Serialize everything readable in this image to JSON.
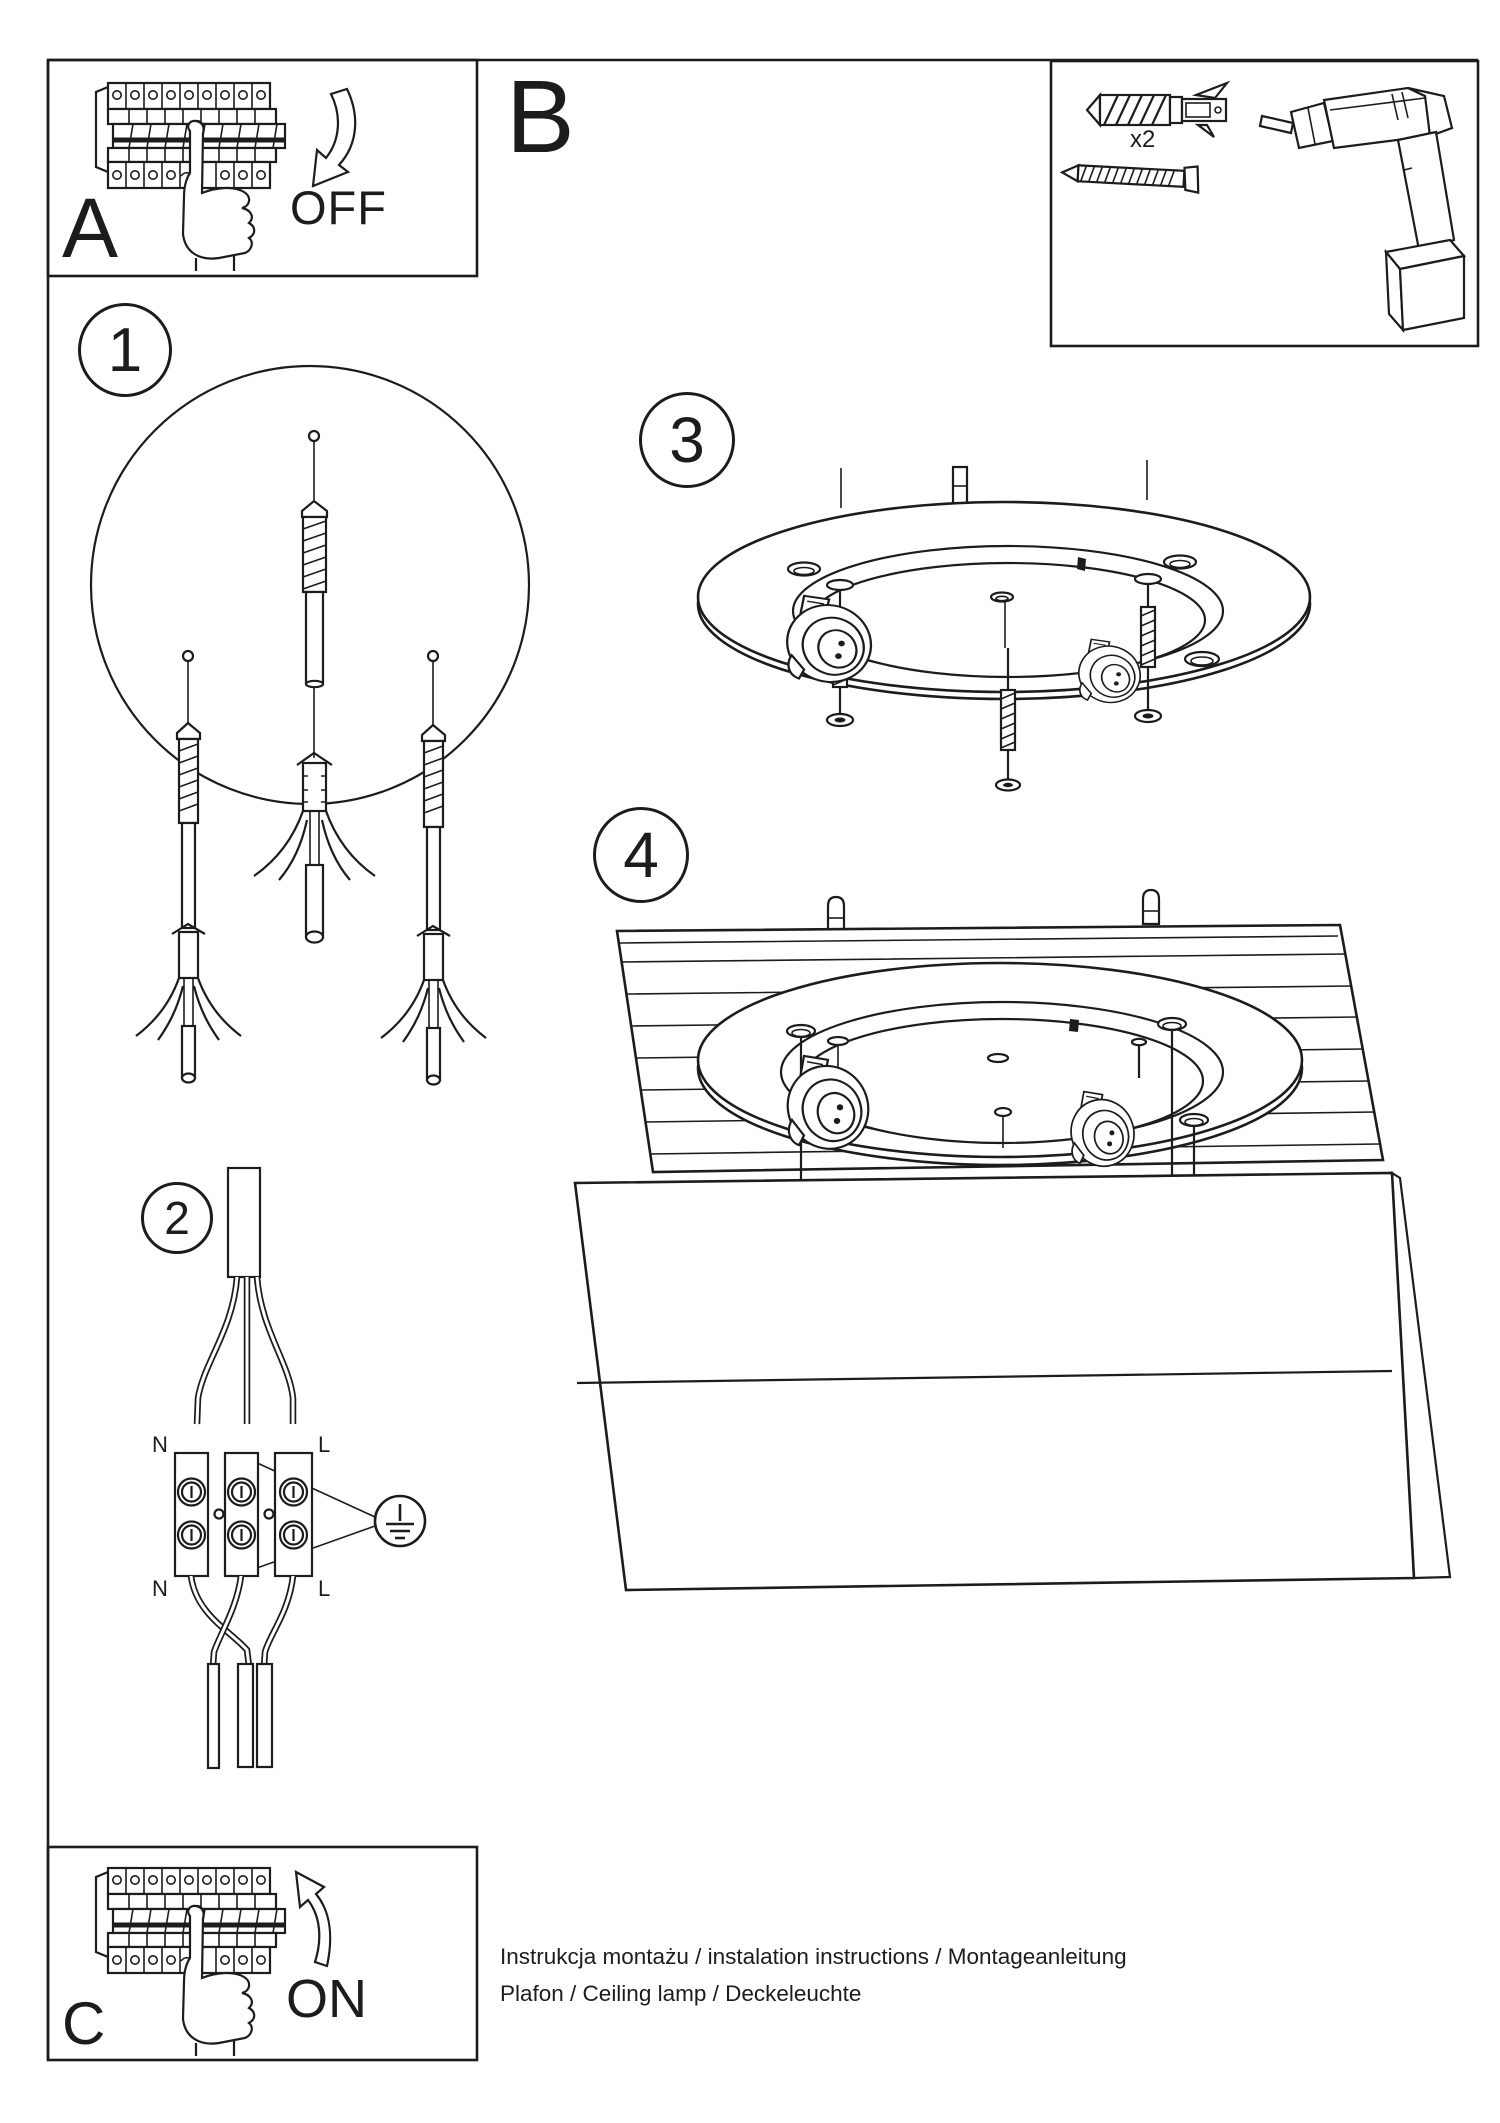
{
  "colors": {
    "ink": "#1c1c1c",
    "paper": "#ffffff"
  },
  "panel_a": {
    "letter": "A",
    "state_label": "OFF"
  },
  "section_b": {
    "letter": "B"
  },
  "tools": {
    "anchor_count": "x2"
  },
  "steps": {
    "one": "1",
    "two": "2",
    "three": "3",
    "four": "4"
  },
  "wiring": {
    "n_top": "N",
    "l_top": "L",
    "n_bottom": "N",
    "l_bottom": "L"
  },
  "panel_c": {
    "letter": "C",
    "state_label": "ON"
  },
  "footer": {
    "line1": "Instrukcja montażu / instalation instructions / Montageanleitung",
    "line2": "Plafon / Ceiling lamp / Deckeleuchte"
  }
}
